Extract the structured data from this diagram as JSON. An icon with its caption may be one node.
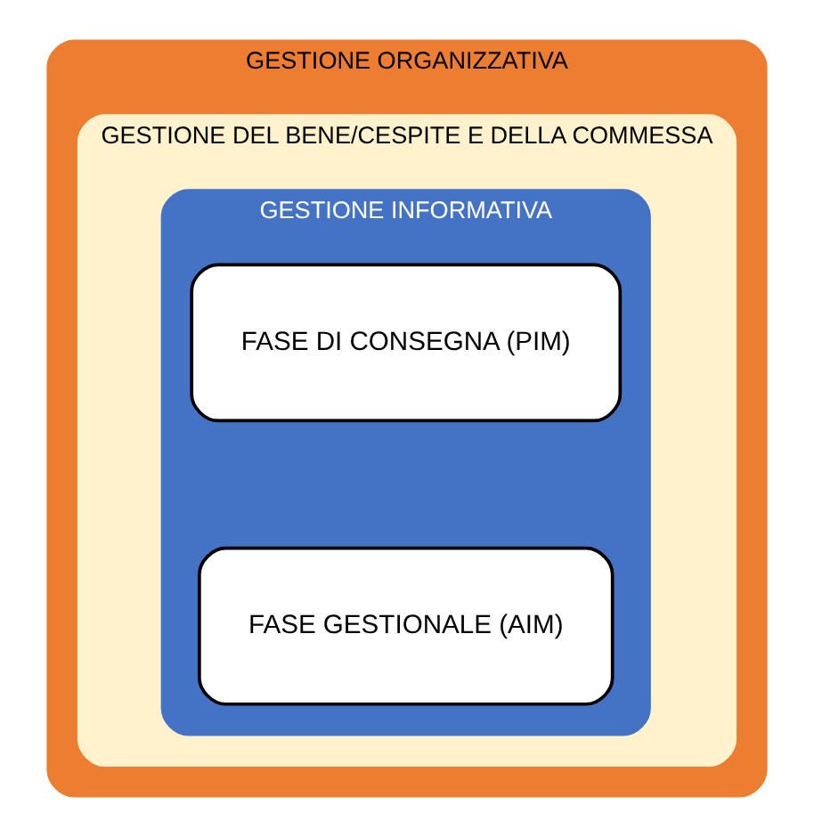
{
  "diagram": {
    "nodes": [
      {
        "text": [
          "GESTIONE ORGANIZZATIVA"
        ]
      },
      {
        "text": [
          "GESTIONE DEL BENE/CESPITE E DELLA COMMESSA"
        ],
        "in": 0
      },
      {
        "text": [
          "GESTIONE INFORMATIVA"
        ],
        "in": 1
      },
      {
        "text": [
          "FASE DI CONSEGNA (PIM)"
        ],
        "in": 2
      },
      {
        "text": [
          "FASE GESTIONALE (AIM)"
        ],
        "in": 2
      }
    ],
    "edges": []
  }
}
